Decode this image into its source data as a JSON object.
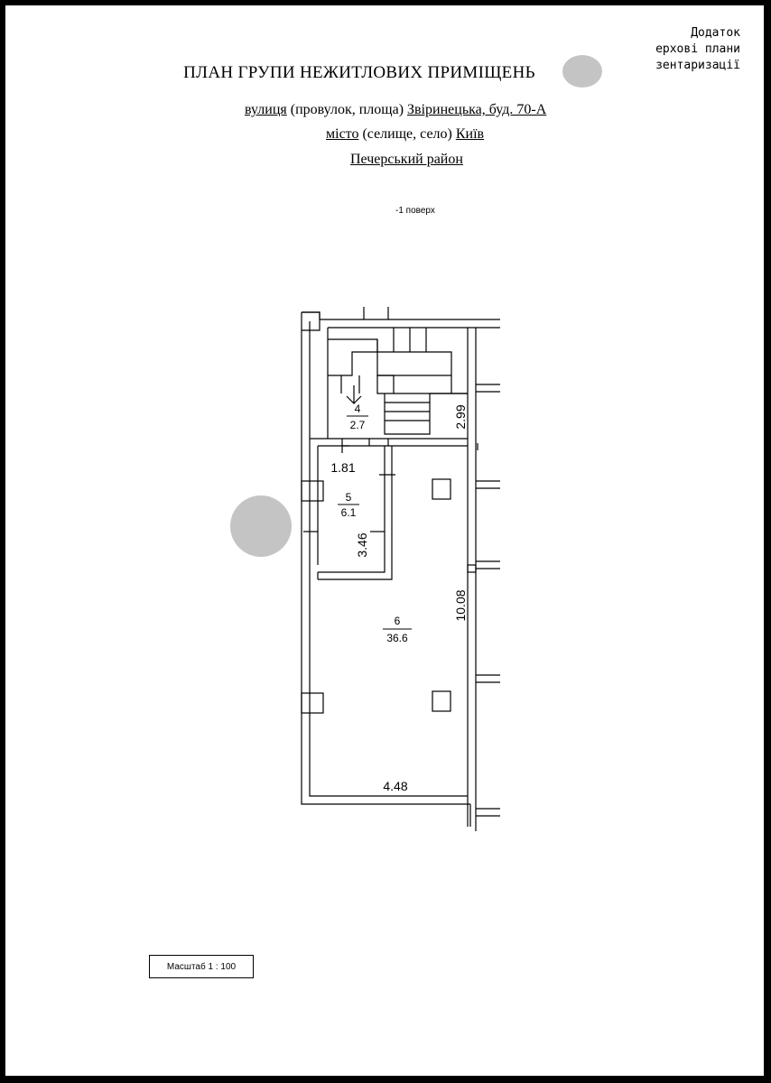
{
  "corner": {
    "line1": "Додаток",
    "line2": "ерхові плани",
    "line3": "зентаризації"
  },
  "header": {
    "title": "ПЛАН ГРУПИ НЕЖИТЛОВИХ ПРИМІЩЕНЬ",
    "street_label": "вулиця (провулок, площа)",
    "street_value": "Звіринецька, буд. 70-А",
    "city_label_a": "місто",
    "city_label_b": "(селище, село)",
    "city_value": "Київ",
    "district": "Печерський район"
  },
  "floor_label": "-1 поверх",
  "rooms": [
    {
      "number": "4",
      "area": "2.7"
    },
    {
      "number": "5",
      "area": "6.1"
    },
    {
      "number": "6",
      "area": "36.6"
    }
  ],
  "dimensions": {
    "d1": "2.99",
    "d2": "1.81",
    "d3": "3.46",
    "d4": "10.08",
    "d5": "4.48"
  },
  "scale": "Масштаб 1 : 100"
}
